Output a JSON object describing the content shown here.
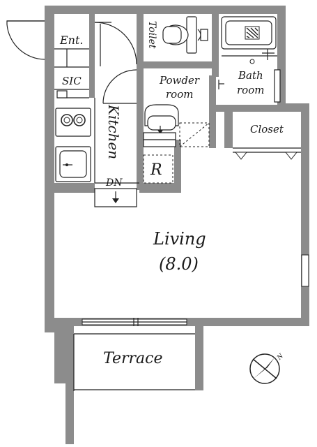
{
  "rooms": {
    "entrance": "Ent.",
    "sic": "SIC",
    "toilet": "Toilet",
    "powder_room_line1": "Powder",
    "powder_room_line2": "room",
    "bath_room_line1": "Bath",
    "bath_room_line2": "room",
    "closet": "Closet",
    "kitchen": "Kitchen",
    "refrigerator_mark": "R",
    "down_stairs": "DN",
    "living": "Living",
    "living_size": "(8.0)",
    "terrace": "Terrace"
  },
  "compass": {
    "north_label": "N"
  },
  "colors": {
    "wall": "#8c8c8c",
    "line": "#222222",
    "background": "#ffffff"
  }
}
